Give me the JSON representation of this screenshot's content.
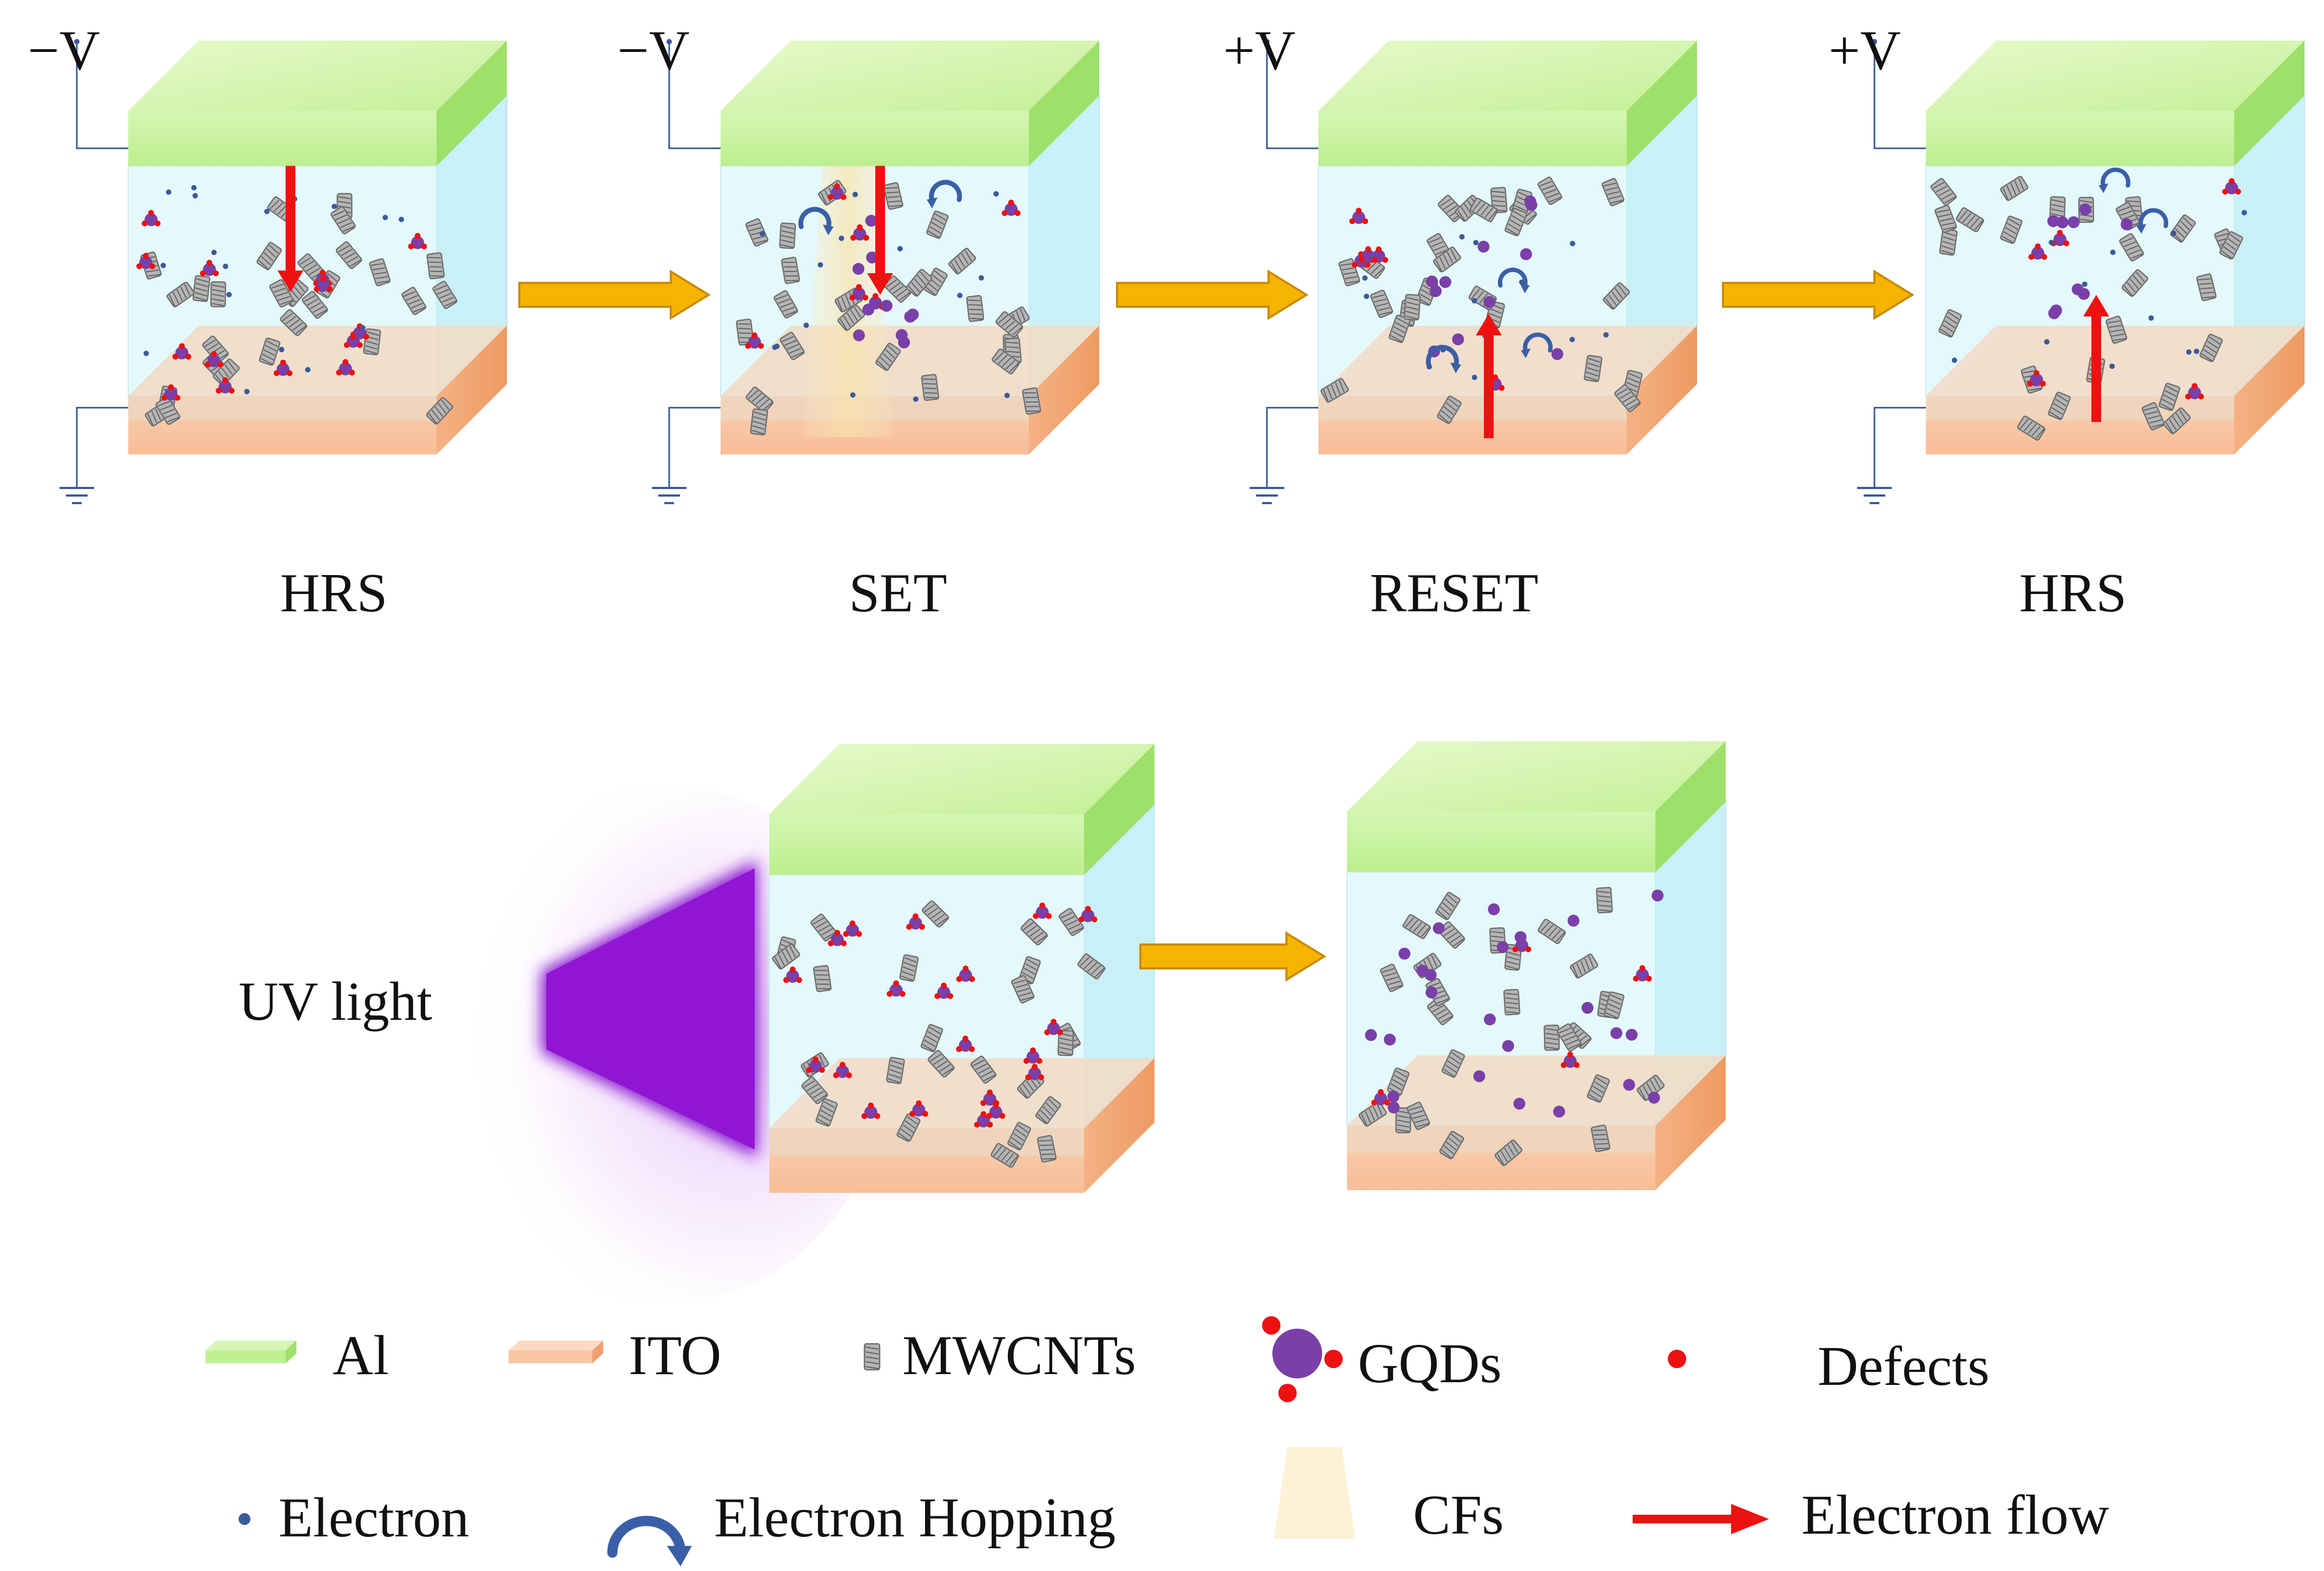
{
  "colors": {
    "al_top": "#d6f5b4",
    "al_front": "#c8f2a2",
    "al_side": "#9ee06a",
    "ito_front": "#f8c8a8",
    "ito_side": "#f0a070",
    "layer_bg": "#ddf7fb",
    "electron": "#3a5a9a",
    "hopping": "#3a5fa8",
    "gqd": "#7a3fa8",
    "defect": "#ee1111",
    "arrow": "#f6b400",
    "electron_flow": "#ee1111",
    "uv": "#8b1fd0",
    "cf": "#fbebc4",
    "cnt": "#9a9a9a"
  },
  "top_row": {
    "stages": [
      {
        "voltage": "−V",
        "label": "HRS"
      },
      {
        "voltage": "−V",
        "label": "SET"
      },
      {
        "voltage": "+V",
        "label": "RESET"
      },
      {
        "voltage": "+V",
        "label": "HRS"
      }
    ]
  },
  "bottom_row": {
    "uv_label": "UV light"
  },
  "legend": {
    "al": "Al",
    "ito": "ITO",
    "mwcnts": "MWCNTs",
    "gqds": "GQDs",
    "defects": "Defects",
    "electron": "Electron",
    "electron_hopping": "Electron Hopping",
    "cfs": "CFs",
    "electron_flow": "Electron flow"
  }
}
